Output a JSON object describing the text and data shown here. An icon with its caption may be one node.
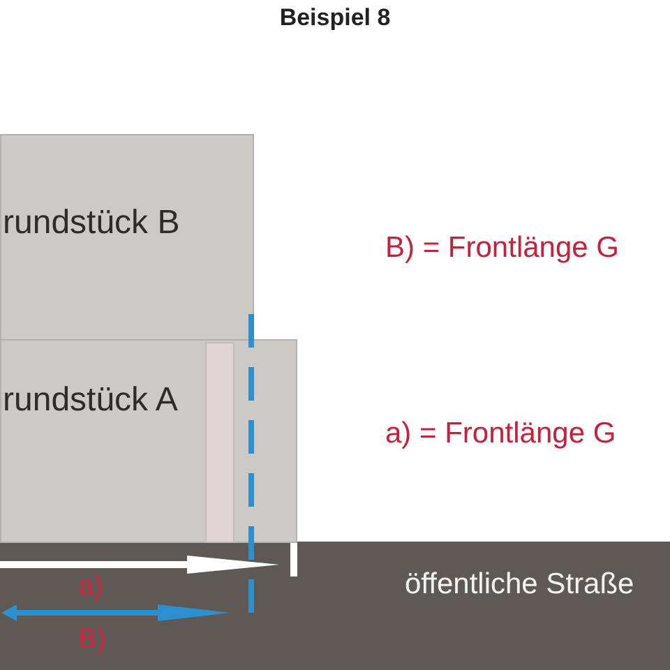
{
  "diagram": {
    "title": "Beispiel 8",
    "nodes": [
      {
        "text": [
          "rundstück B"
        ]
      },
      {
        "text": [
          "rundstück A"
        ]
      },
      {
        "text": [
          "öffentliche Straße"
        ]
      }
    ],
    "labels": [
      "B) = Frontlänge G",
      "a) = Frontlänge G",
      "a)",
      "B)"
    ]
  }
}
